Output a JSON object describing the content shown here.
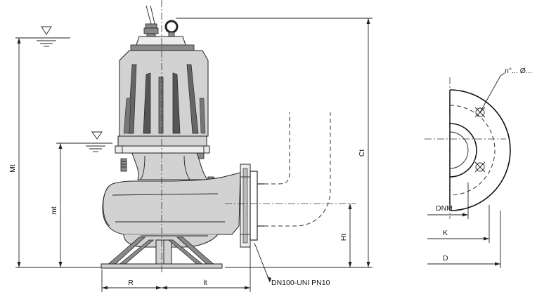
{
  "labels": {
    "Mt": "Mt",
    "mt": "mt",
    "Ct": "Ct",
    "Ht": "Ht",
    "R": "R",
    "lt": "lt",
    "flange_spec": "DN100-UNI PN10",
    "holes": "n°... Ø...",
    "DNM": "DNM",
    "K": "K",
    "D": "D"
  }
}
